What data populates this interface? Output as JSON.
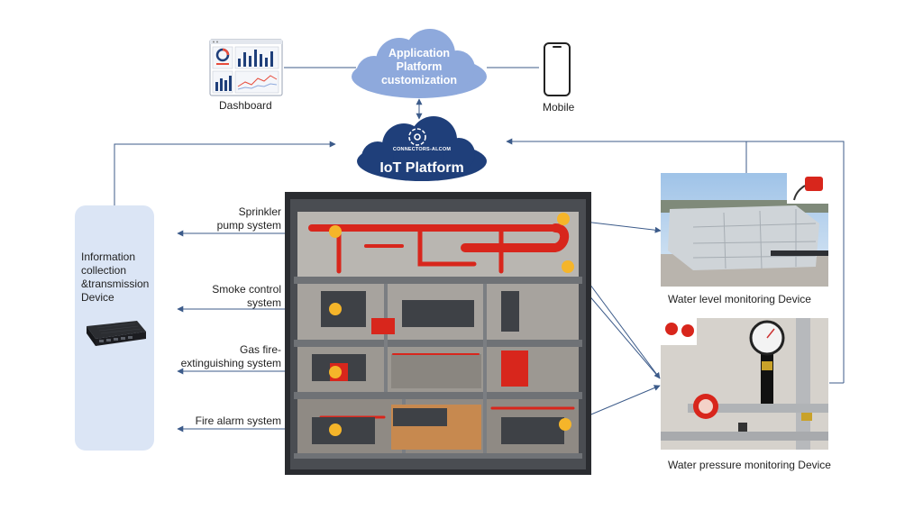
{
  "clouds": {
    "app": {
      "line1": "Application",
      "line2": "Platform",
      "line3": "customization"
    },
    "iot": {
      "logo_text": "CONNECTORS-ALCOM",
      "title": "IoT Platform"
    }
  },
  "nodes": {
    "dashboard": "Dashboard",
    "mobile": "Mobile",
    "info_device": {
      "line1": "Information",
      "line2": "collection",
      "line3": "&transmission",
      "line4": "Device"
    }
  },
  "systems": {
    "sprinkler": {
      "line1": "Sprinkler",
      "line2": "pump system"
    },
    "smoke": {
      "line1": "Smoke control",
      "line2": "system"
    },
    "gas": {
      "line1": "Gas fire-",
      "line2": "extinguishing system"
    },
    "alarm": "Fire alarm system"
  },
  "devices": {
    "water_level": "Water level monitoring Device",
    "water_pressure": "Water pressure monitoring Device"
  },
  "colors": {
    "cloud": "#8ea9dc",
    "cloud_dark": "#1f3f7a",
    "connector": "#3c5b8a",
    "info_panel": "#dbe5f5",
    "sensor_dot": "#f5b52a",
    "pipe_red": "#d8261c"
  }
}
